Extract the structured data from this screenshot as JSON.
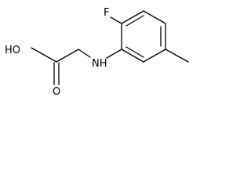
{
  "molecule": {
    "atoms": {
      "fluorine": "F",
      "hydroxyl": "HO",
      "carbonyl_oxygen": "O",
      "amine": "NH"
    }
  }
}
